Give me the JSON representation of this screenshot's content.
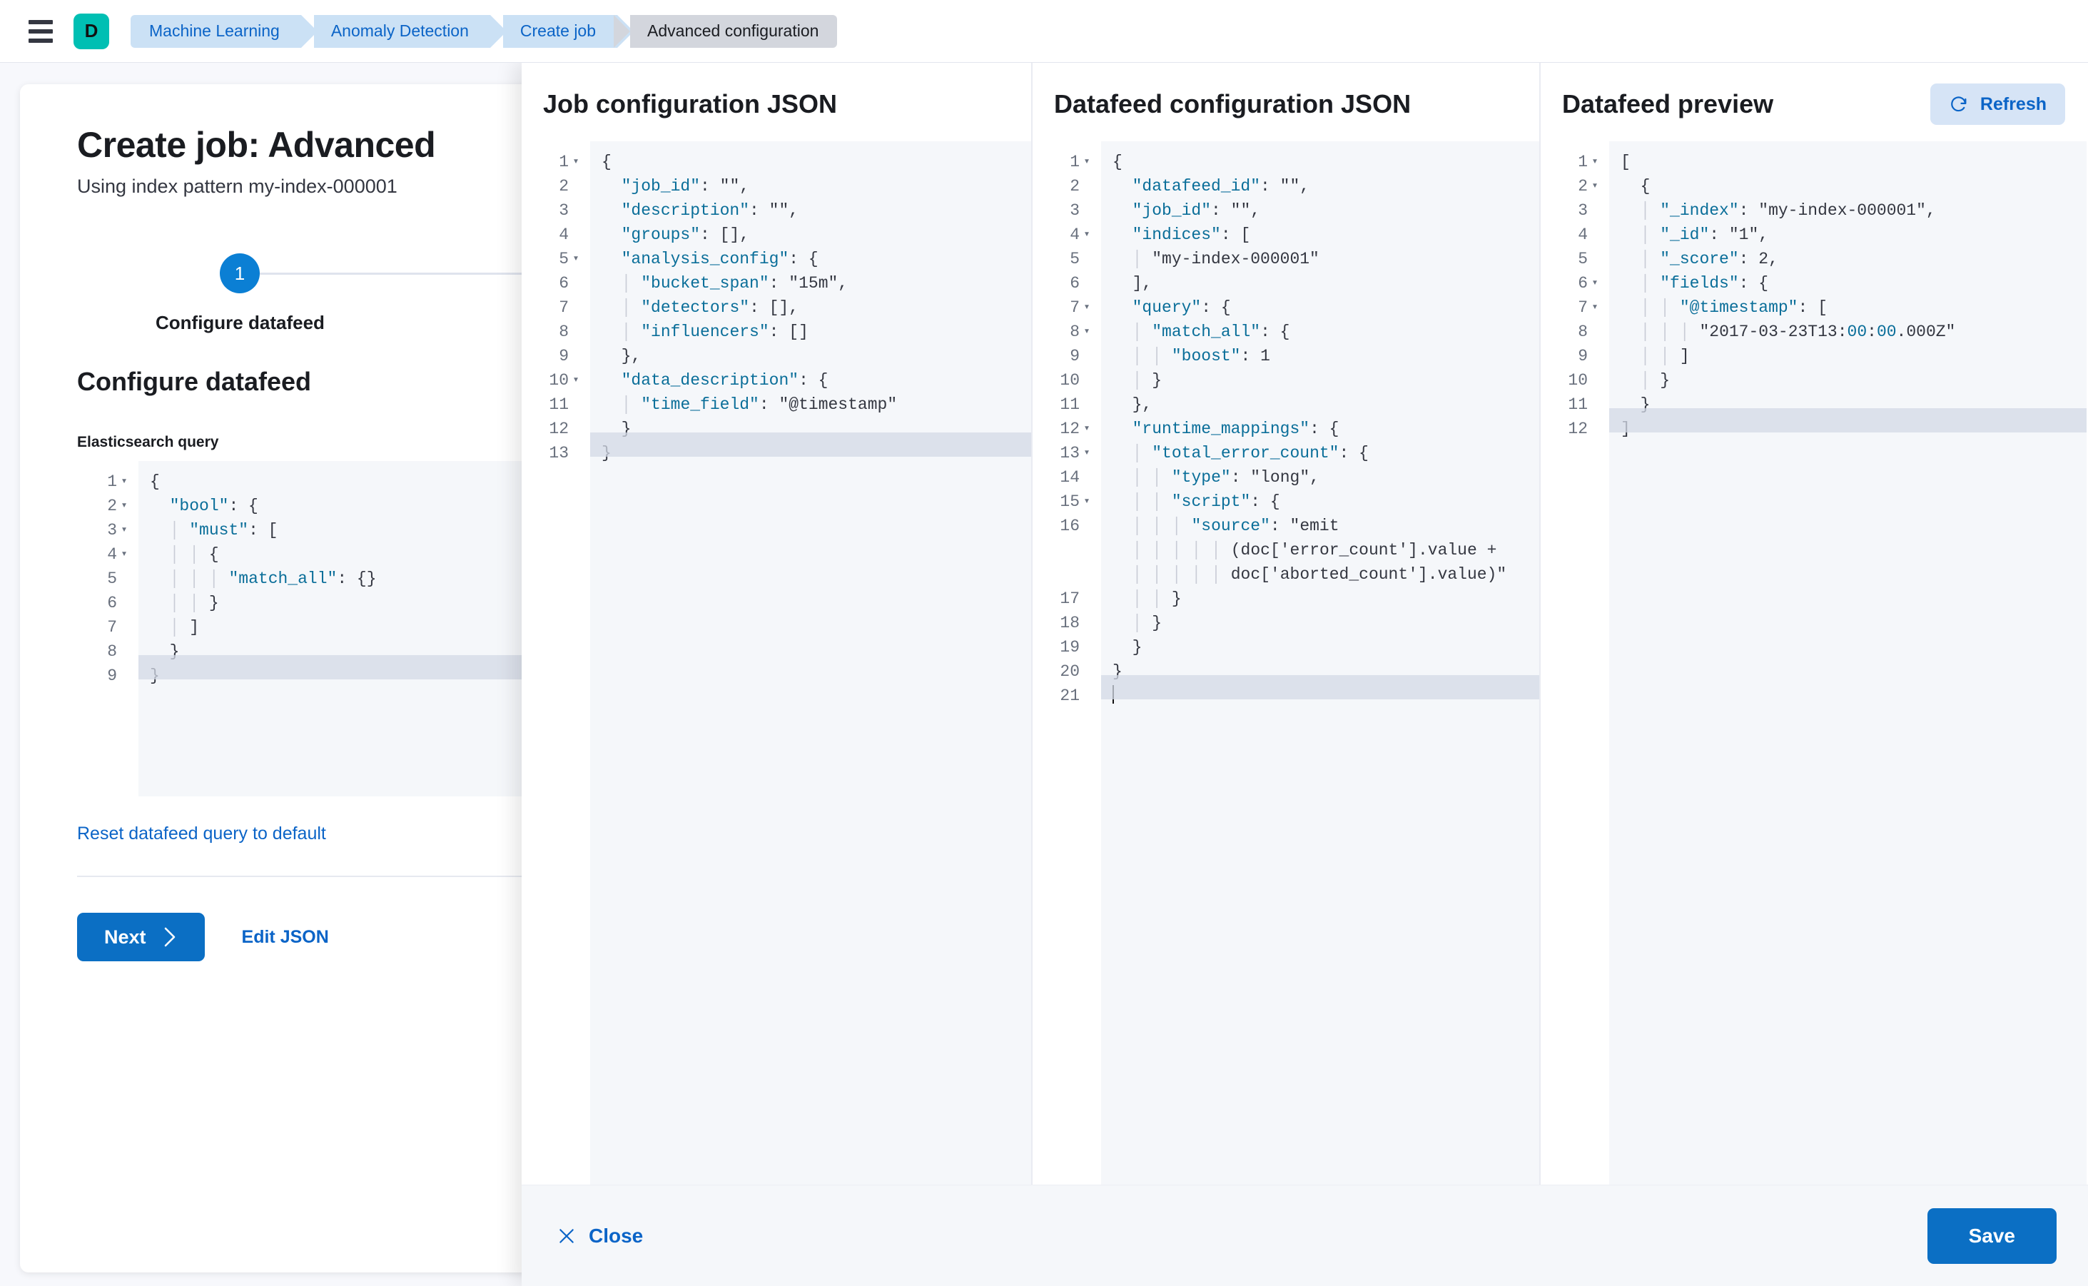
{
  "topbar": {
    "menu_icon": "hamburger-menu-icon",
    "space_badge": "D",
    "breadcrumbs": [
      {
        "label": "Machine Learning",
        "current": false
      },
      {
        "label": "Anomaly Detection",
        "current": false
      },
      {
        "label": "Create job",
        "current": false
      },
      {
        "label": "Advanced configuration",
        "current": true
      }
    ]
  },
  "wizard": {
    "title": "Create job: Advanced",
    "subtitle": "Using index pattern my-index-000001",
    "step_number": "1",
    "step_label": "Configure datafeed",
    "section_title": "Configure datafeed",
    "query_field_label": "Elasticsearch query",
    "reset_link": "Reset datafeed query to default",
    "next_label": "Next",
    "next_icon": "chevron-right-icon",
    "edit_json_label": "Edit JSON"
  },
  "query_editor": {
    "active_line": 9,
    "lines": [
      {
        "n": "1",
        "fold": true,
        "text": "{"
      },
      {
        "n": "2",
        "fold": true,
        "text": "  \"bool\": {"
      },
      {
        "n": "3",
        "fold": true,
        "text": "    \"must\": ["
      },
      {
        "n": "4",
        "fold": true,
        "text": "      {"
      },
      {
        "n": "5",
        "fold": false,
        "text": "        \"match_all\": {}"
      },
      {
        "n": "6",
        "fold": false,
        "text": "      }"
      },
      {
        "n": "7",
        "fold": false,
        "text": "    ]"
      },
      {
        "n": "8",
        "fold": false,
        "text": "  }"
      },
      {
        "n": "9",
        "fold": false,
        "text": "}"
      }
    ]
  },
  "panels": {
    "job_config": {
      "title": "Job configuration JSON",
      "active_line": 13,
      "lines": [
        {
          "n": "1",
          "fold": true,
          "text": "{"
        },
        {
          "n": "2",
          "fold": false,
          "text": "  \"job_id\": \"\","
        },
        {
          "n": "3",
          "fold": false,
          "text": "  \"description\": \"\","
        },
        {
          "n": "4",
          "fold": false,
          "text": "  \"groups\": [],"
        },
        {
          "n": "5",
          "fold": true,
          "text": "  \"analysis_config\": {"
        },
        {
          "n": "6",
          "fold": false,
          "text": "    \"bucket_span\": \"15m\","
        },
        {
          "n": "7",
          "fold": false,
          "text": "    \"detectors\": [],"
        },
        {
          "n": "8",
          "fold": false,
          "text": "    \"influencers\": []"
        },
        {
          "n": "9",
          "fold": false,
          "text": "  },"
        },
        {
          "n": "10",
          "fold": true,
          "text": "  \"data_description\": {"
        },
        {
          "n": "11",
          "fold": false,
          "text": "    \"time_field\": \"@timestamp\""
        },
        {
          "n": "12",
          "fold": false,
          "text": "  }"
        },
        {
          "n": "13",
          "fold": false,
          "text": "}"
        }
      ]
    },
    "datafeed_config": {
      "title": "Datafeed configuration JSON",
      "active_line": 21,
      "lines": [
        {
          "n": "1",
          "fold": true,
          "text": "{"
        },
        {
          "n": "2",
          "fold": false,
          "text": "  \"datafeed_id\": \"\","
        },
        {
          "n": "3",
          "fold": false,
          "text": "  \"job_id\": \"\","
        },
        {
          "n": "4",
          "fold": true,
          "text": "  \"indices\": ["
        },
        {
          "n": "5",
          "fold": false,
          "text": "    \"my-index-000001\""
        },
        {
          "n": "6",
          "fold": false,
          "text": "  ],"
        },
        {
          "n": "7",
          "fold": true,
          "text": "  \"query\": {"
        },
        {
          "n": "8",
          "fold": true,
          "text": "    \"match_all\": {"
        },
        {
          "n": "9",
          "fold": false,
          "text": "      \"boost\": 1"
        },
        {
          "n": "10",
          "fold": false,
          "text": "    }"
        },
        {
          "n": "11",
          "fold": false,
          "text": "  },"
        },
        {
          "n": "12",
          "fold": true,
          "text": "  \"runtime_mappings\": {"
        },
        {
          "n": "13",
          "fold": true,
          "text": "    \"total_error_count\": {"
        },
        {
          "n": "14",
          "fold": false,
          "text": "      \"type\": \"long\","
        },
        {
          "n": "15",
          "fold": true,
          "text": "      \"script\": {"
        },
        {
          "n": "16",
          "fold": false,
          "text": "        \"source\": \"emit\n            (doc['error_count'].value +\n            doc['aborted_count'].value)\""
        },
        {
          "n": "17",
          "fold": false,
          "text": "      }"
        },
        {
          "n": "18",
          "fold": false,
          "text": "    }"
        },
        {
          "n": "19",
          "fold": false,
          "text": "  }"
        },
        {
          "n": "20",
          "fold": false,
          "text": "}"
        },
        {
          "n": "21",
          "fold": false,
          "text": ""
        }
      ]
    },
    "datafeed_preview": {
      "title": "Datafeed preview",
      "refresh_label": "Refresh",
      "refresh_icon": "refresh-icon",
      "active_line": 12,
      "lines": [
        {
          "n": "1",
          "fold": true,
          "text": "["
        },
        {
          "n": "2",
          "fold": true,
          "text": "  {"
        },
        {
          "n": "3",
          "fold": false,
          "text": "    \"_index\": \"my-index-000001\","
        },
        {
          "n": "4",
          "fold": false,
          "text": "    \"_id\": \"1\","
        },
        {
          "n": "5",
          "fold": false,
          "text": "    \"_score\": 2,"
        },
        {
          "n": "6",
          "fold": true,
          "text": "    \"fields\": {"
        },
        {
          "n": "7",
          "fold": true,
          "text": "      \"@timestamp\": ["
        },
        {
          "n": "8",
          "fold": false,
          "text": "        \"2017-03-23T13:00:00.000Z\""
        },
        {
          "n": "9",
          "fold": false,
          "text": "      ]"
        },
        {
          "n": "10",
          "fold": false,
          "text": "    }"
        },
        {
          "n": "11",
          "fold": false,
          "text": "  }"
        },
        {
          "n": "12",
          "fold": false,
          "text": "]"
        }
      ]
    }
  },
  "footer": {
    "close_label": "Close",
    "close_icon": "close-x-icon",
    "save_label": "Save"
  },
  "colors": {
    "accent_blue": "#0b6fc4",
    "link_blue": "#0b64c7",
    "space_teal": "#00BFB3",
    "breadcrumb_blue": "#CBE1F5",
    "breadcrumb_current": "#D3D6DD",
    "json_key": "#0a6e99",
    "json_string": "#00785f",
    "editor_bg": "#F5F7FA",
    "active_line": "#d3dae6"
  }
}
